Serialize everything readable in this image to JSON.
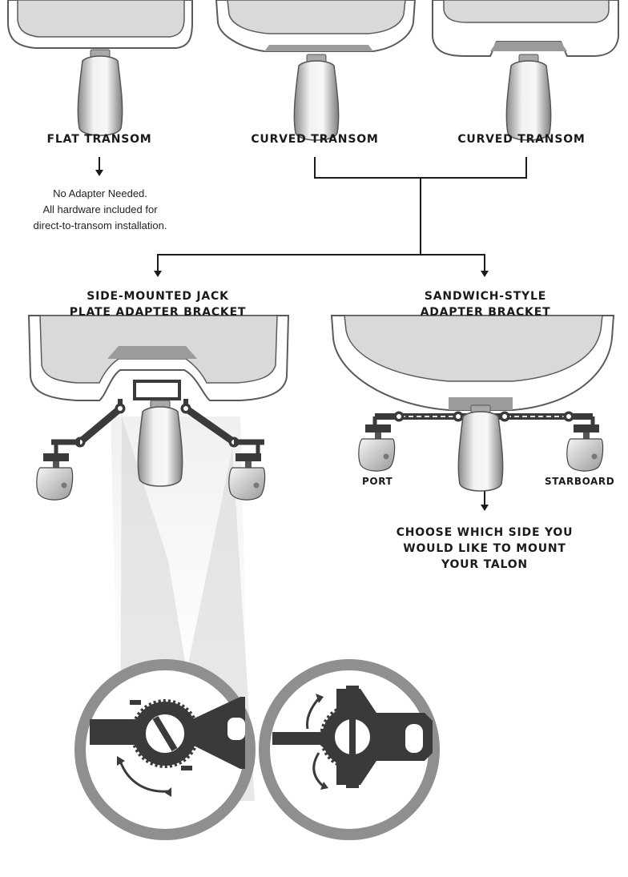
{
  "transom_labels": {
    "left": "FLAT TRANSOM",
    "center": "CURVED TRANSOM",
    "right": "CURVED TRANSOM"
  },
  "flat_note": [
    "No Adapter Needed.",
    "All hardware included for",
    "direct-to-transom installation."
  ],
  "brackets": {
    "left": [
      "SIDE-MOUNTED JACK",
      "PLATE ADAPTER BRACKET"
    ],
    "right": [
      "SANDWICH-STYLE",
      "ADAPTER BRACKET"
    ]
  },
  "sides": {
    "port": "PORT",
    "starboard": "STARBOARD"
  },
  "choose_text": [
    "CHOOSE WHICH SIDE YOU",
    "WOULD LIKE TO MOUNT",
    "YOUR TALON"
  ],
  "colors": {
    "hull_stroke": "#5a5a5a",
    "hull_fill": "#d9d9d9",
    "hull_inner": "#ffffff",
    "hull_band": "#9b9b9b",
    "arm": "#3a3a3a",
    "beam": "#dedede",
    "ring": "#8f8f8f",
    "text": "#1a1a1a"
  },
  "icons": [
    "motor-icon",
    "sonar-icon",
    "arrow-down-icon",
    "rotate-arrow-icon"
  ]
}
